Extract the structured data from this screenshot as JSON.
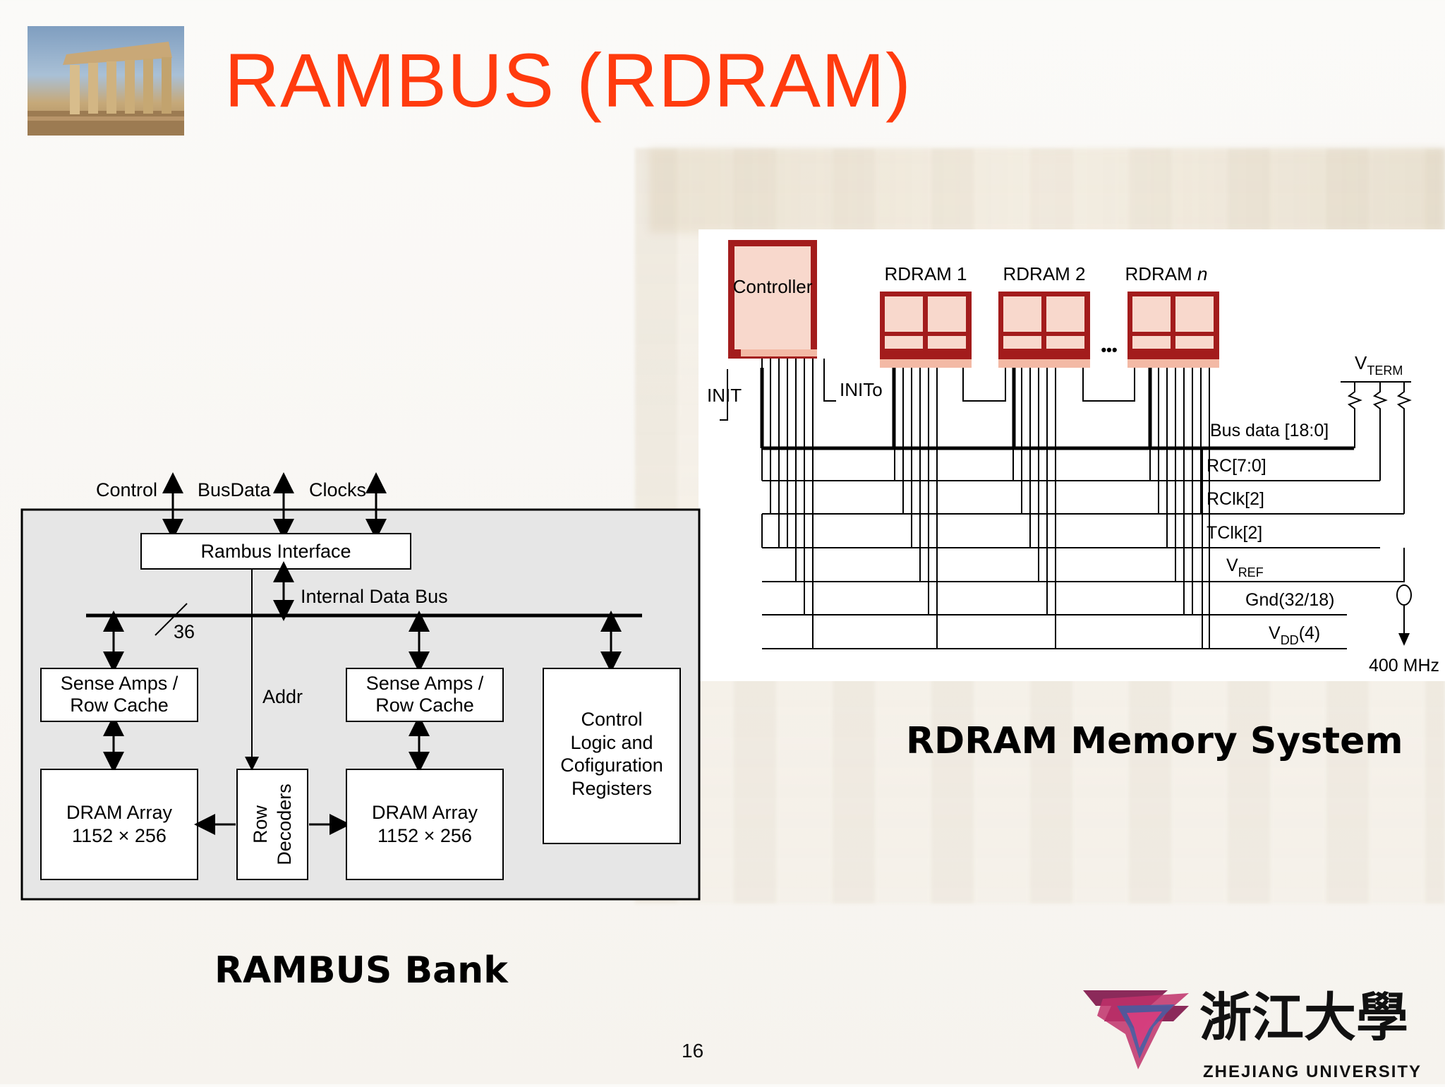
{
  "slide": {
    "title": "RAMBUS (RDRAM)",
    "page_number": "16",
    "caption_system": "RDRAM Memory System",
    "caption_bank": "RAMBUS Bank",
    "logo": {
      "chinese": "浙江大學",
      "english": "ZHEJIANG UNIVERSITY"
    }
  },
  "colors": {
    "title": "#ff3b0e",
    "rdram_fill": "#f8d8cc",
    "rdram_border": "#a31c1c",
    "bank_bg": "#e6e6e6"
  },
  "bank": {
    "top_signals": [
      "Control",
      "BusData",
      "Clocks"
    ],
    "interface": "Rambus Interface",
    "internal_bus": "Internal Data Bus",
    "bus_width": "36",
    "addr": "Addr",
    "sense_amps": [
      "Sense Amps /",
      "Row Cache"
    ],
    "dram_array": [
      "DRAM Array",
      "1152 × 256"
    ],
    "row_decoders": [
      "Row",
      "Decoders"
    ],
    "control_logic": [
      "Control",
      "Logic and",
      "Cofiguration",
      "Registers"
    ]
  },
  "system": {
    "controller": "Controller",
    "modules": [
      "RDRAM 1",
      "RDRAM 2",
      "RDRAM"
    ],
    "module_n": "n",
    "ellipsis": "•••",
    "init": "INIT",
    "inito": "INITo",
    "vterm": {
      "main": "V",
      "sub": "TERM"
    },
    "signals": {
      "bus_data": "Bus data [18:0]",
      "rc": "RC[7:0]",
      "rclk": "RClk[2]",
      "tclk": "TClk[2]",
      "vref": {
        "main": "V",
        "sub": "REF"
      },
      "gnd": "Gnd(32/18)",
      "vdd": {
        "main": "V",
        "sub": "DD",
        "suffix": "(4)"
      }
    },
    "clock": "400 MHz"
  }
}
